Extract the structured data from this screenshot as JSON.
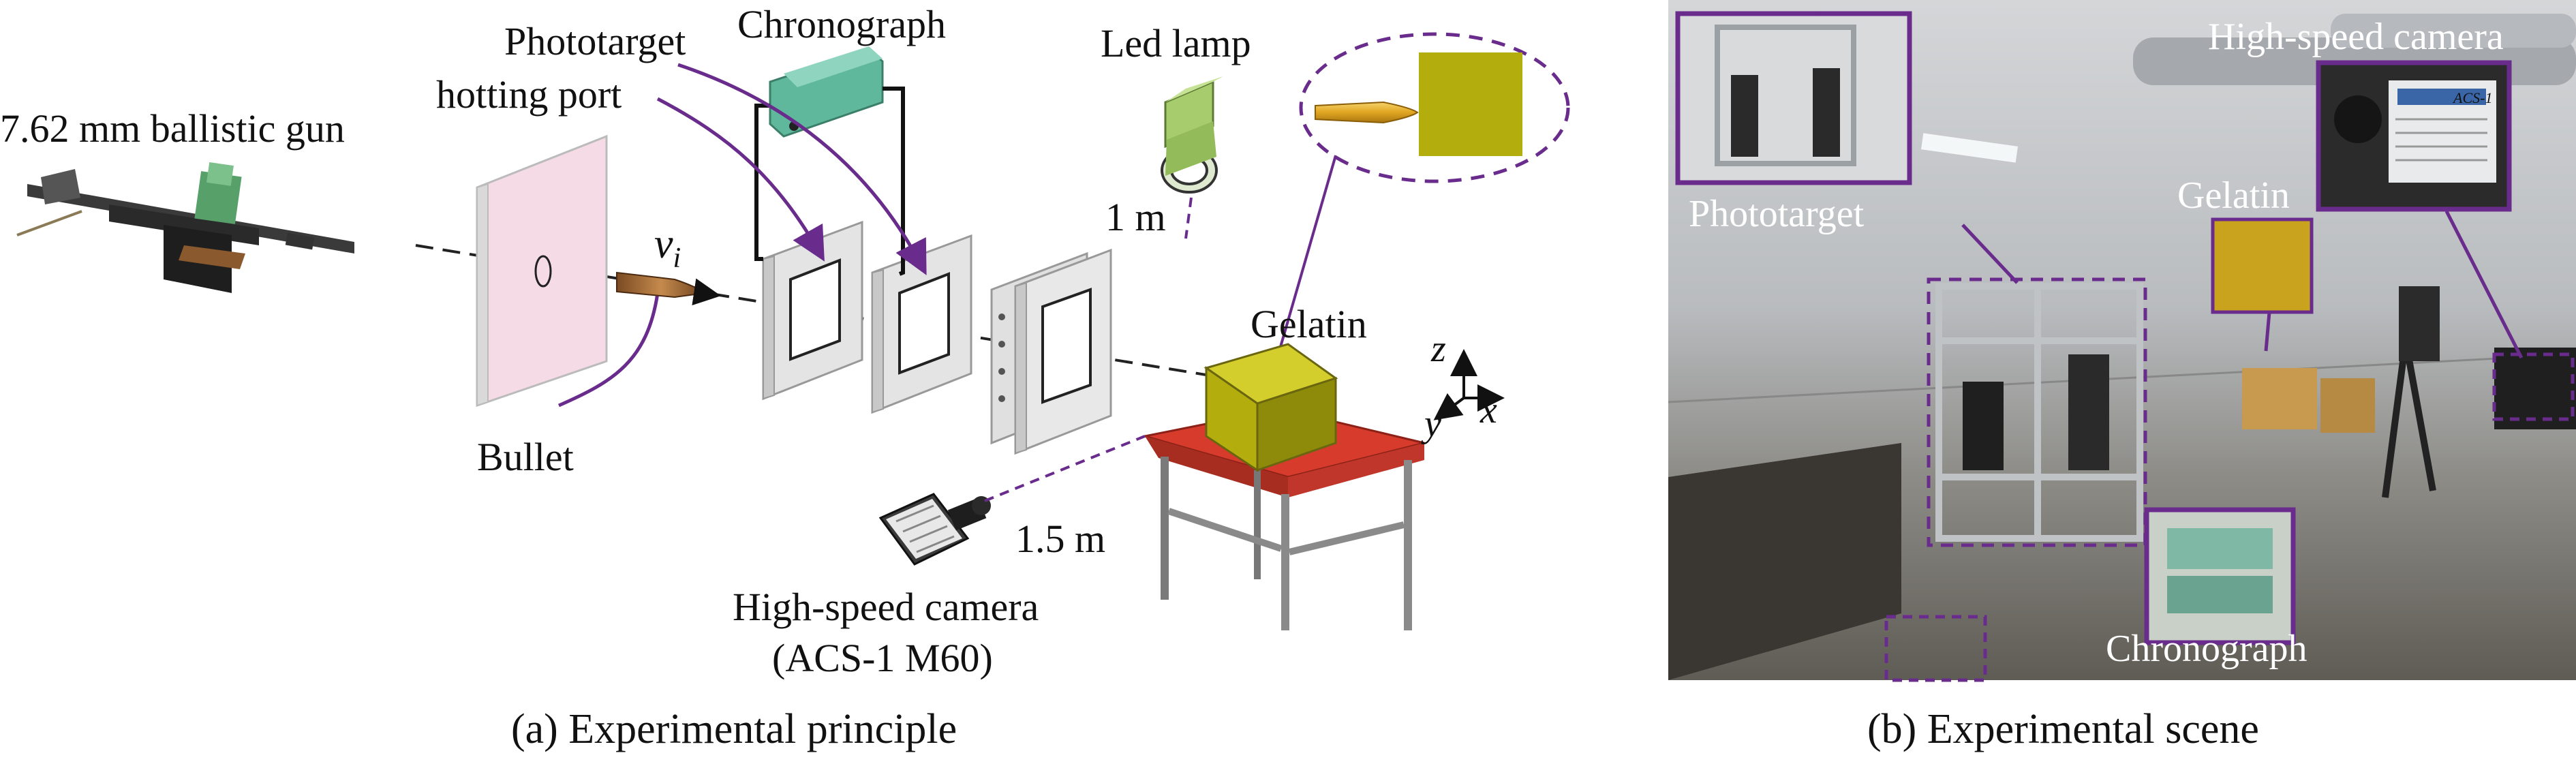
{
  "panel_a": {
    "labels": {
      "gun": "7.62 mm ballistic gun",
      "phototarget_line1": "Phototarget",
      "phototarget_line2": "hotting port",
      "chronograph": "Chronograph",
      "led_lamp": "Led lamp",
      "dist_lamp": "1 m",
      "velocity": "v",
      "velocity_sub": "i",
      "bullet": "Bullet",
      "gelatin": "Gelatin",
      "dist_camera": "1.5 m",
      "camera_line1": "High-speed camera",
      "camera_line2": "(ACS-1 M60)",
      "axis_z": "z",
      "axis_y": "y",
      "axis_x": "x"
    },
    "caption": "(a) Experimental principle"
  },
  "panel_b": {
    "labels": {
      "phototarget": "Phototarget",
      "high_speed_camera": "High-speed camera",
      "gelatin": "Gelatin",
      "chronograph": "Chronograph",
      "camera_brand": "ACS-1"
    },
    "caption": "(b) Experimental scene"
  },
  "colors": {
    "callout": "#6a2c8c",
    "gelatin": "#b3ae0d",
    "table_top": "#d63b2c",
    "sheet": "#f5dbe6",
    "frame": "#e4e4e4",
    "gun_green": "#58a06a"
  }
}
